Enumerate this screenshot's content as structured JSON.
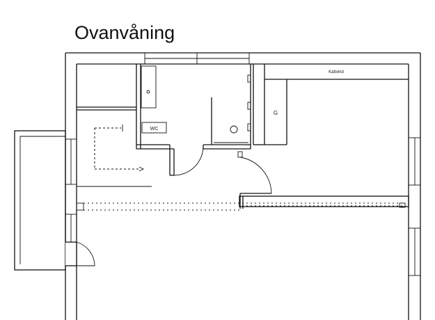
{
  "plan": {
    "title": "Ovanvåning",
    "labels": {
      "wc": "WC",
      "wardrobe": "Kattvind",
      "closet": "G"
    }
  }
}
